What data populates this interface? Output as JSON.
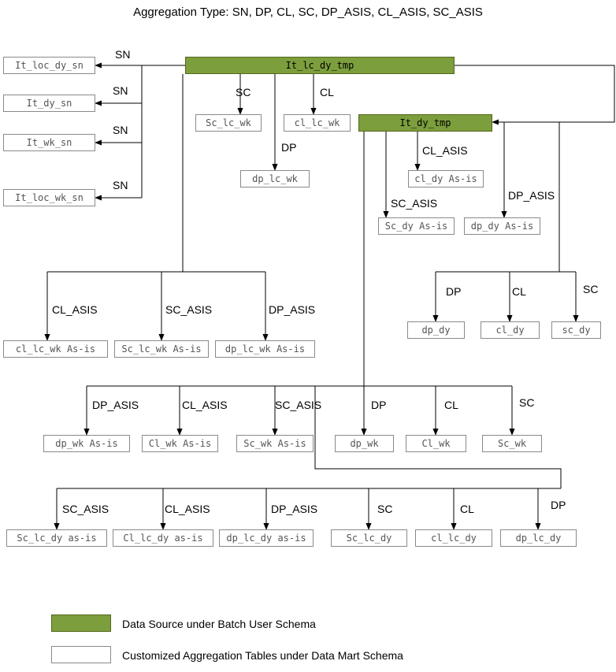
{
  "title": "Aggregation Type: SN, DP, CL, SC, DP_ASIS, CL_ASIS, SC_ASIS",
  "nodes": {
    "it_lc_dy_tmp": "It_lc_dy_tmp",
    "it_dy_tmp": "It_dy_tmp",
    "it_loc_dy_sn": "It_loc_dy_sn",
    "it_dy_sn": "It_dy_sn",
    "it_wk_sn": "It_wk_sn",
    "it_loc_wk_sn": "It_loc_wk_sn",
    "sc_lc_wk": "Sc_lc_wk",
    "cl_lc_wk": "cl_lc_wk",
    "dp_lc_wk": "dp_lc_wk",
    "cl_dy_asis": "cl_dy As-is",
    "sc_dy_asis": "Sc_dy As-is",
    "dp_dy_asis": "dp_dy As-is",
    "dp_dy": "dp_dy",
    "cl_dy": "cl_dy",
    "sc_dy": "sc_dy",
    "cl_lc_wk_asis": "cl_lc_wk As-is",
    "sc_lc_wk_asis": "Sc_lc_wk As-is",
    "dp_lc_wk_asis": "dp_lc_wk As-is",
    "dp_wk_asis": "dp_wk As-is",
    "cl_wk_asis": "Cl_wk As-is",
    "sc_wk_asis": "Sc_wk As-is",
    "dp_wk": "dp_wk",
    "cl_wk": "Cl_wk",
    "sc_wk": "Sc_wk",
    "sc_lc_dy_asis": "Sc_lc_dy as-is",
    "cl_lc_dy_asis": "Cl_lc_dy as-is",
    "dp_lc_dy_asis": "dp_lc_dy as-is",
    "sc_lc_dy": "Sc_lc_dy",
    "cl_lc_dy": "cl_lc_dy",
    "dp_lc_dy": "dp_lc_dy"
  },
  "edge_labels": {
    "sn": "SN",
    "dp": "DP",
    "cl": "CL",
    "sc": "SC",
    "dp_asis": "DP_ASIS",
    "cl_asis": "CL_ASIS",
    "sc_asis": "SC_ASIS"
  },
  "legend": {
    "source": "Data Source under Batch User Schema",
    "table": "Customized Aggregation Tables under Data Mart Schema"
  },
  "colors": {
    "source_fill": "#7C9E3D",
    "source_border": "#54671C",
    "table_border": "#8A8A8A",
    "line": "#000000"
  }
}
